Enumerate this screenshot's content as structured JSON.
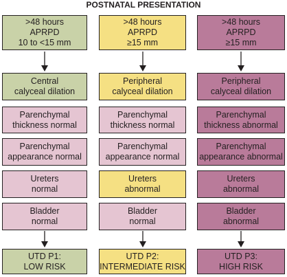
{
  "title": "POSTNATAL PRESENTATION",
  "colors": {
    "green": "#c9d2a8",
    "yellow": "#f5e083",
    "pink": "#e5c5d2",
    "mauve": "#b97b9a",
    "border": "#231f20"
  },
  "columns": [
    {
      "presentation": [
        ">48 hours",
        "APRPD",
        "10 to <15 mm"
      ],
      "calyceal": [
        "Central",
        "calyceal dilation"
      ],
      "parenchymal_thickness": [
        "Parenchymal",
        "thickness normal"
      ],
      "parenchymal_appearance": [
        "Parenchymal",
        "appearance normal"
      ],
      "ureters": [
        "Ureters",
        "normal"
      ],
      "bladder": [
        "Bladder",
        "normal"
      ],
      "result": [
        "UTD P1:",
        "LOW RISK"
      ]
    },
    {
      "presentation": [
        ">48 hours",
        "APRPD",
        "≥15 mm"
      ],
      "calyceal": [
        "Peripheral",
        "calyceal dilation"
      ],
      "parenchymal_thickness": [
        "Parenchymal",
        "thickness normal"
      ],
      "parenchymal_appearance": [
        "Parenchymal",
        "appearance normal"
      ],
      "ureters": [
        "Ureters",
        "abnormal"
      ],
      "bladder": [
        "Bladder",
        "normal"
      ],
      "result": [
        "UTD P2:",
        "INTERMEDIATE RISK"
      ]
    },
    {
      "presentation": [
        ">48 hours",
        "APRPD",
        "≥15 mm"
      ],
      "calyceal": [
        "Peripheral",
        "calyceal dilation"
      ],
      "parenchymal_thickness": [
        "Parenchymal",
        "thickness abnormal"
      ],
      "parenchymal_appearance": [
        "Parenchymal",
        "appearance abnormal"
      ],
      "ureters": [
        "Ureters",
        "abnormal"
      ],
      "bladder": [
        "Bladder",
        "abnormal"
      ],
      "result": [
        "UTD P3:",
        "HIGH RISK"
      ]
    }
  ]
}
